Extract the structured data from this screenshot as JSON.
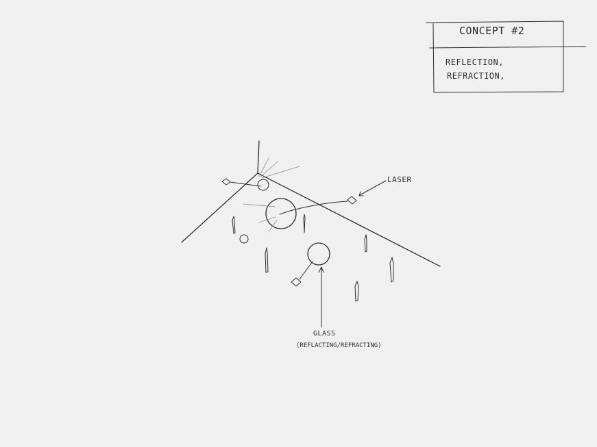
{
  "concept_box": {
    "title": "CONCEPT #2",
    "line1": "REFLECTION,",
    "line2": "REFRACTION,"
  },
  "labels": {
    "laser": "LASER",
    "glass": "GLASS",
    "glass_sub": "(REFLACTING/REFRACTING)"
  }
}
